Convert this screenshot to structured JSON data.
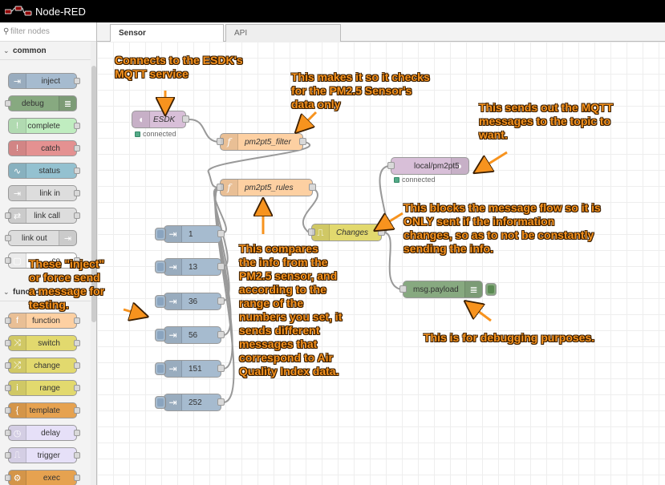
{
  "header": {
    "title": "Node-RED"
  },
  "palette": {
    "filter_placeholder": "filter nodes",
    "category_common": "common",
    "category_function": "function",
    "common_nodes": [
      {
        "label": "inject",
        "color": "#a6bbcf"
      },
      {
        "label": "debug",
        "color": "#87a980"
      },
      {
        "label": "complete",
        "color": "#c0edc0"
      },
      {
        "label": "catch",
        "color": "#e49191"
      },
      {
        "label": "status",
        "color": "#94c1d0"
      },
      {
        "label": "link in",
        "color": "#dddddd"
      },
      {
        "label": "link call",
        "color": "#dddddd"
      },
      {
        "label": "link out",
        "color": "#dddddd"
      },
      {
        "label": "co",
        "color": "#ffffff"
      }
    ],
    "function_nodes": [
      {
        "label": "function",
        "color": "#fdd0a2"
      },
      {
        "label": "switch",
        "color": "#e2d96e"
      },
      {
        "label": "change",
        "color": "#e2d96e"
      },
      {
        "label": "range",
        "color": "#e2d96e"
      },
      {
        "label": "template",
        "color": "#e6a250"
      },
      {
        "label": "delay",
        "color": "#e6e0f8"
      },
      {
        "label": "trigger",
        "color": "#e6e0f8"
      },
      {
        "label": "exec",
        "color": "#e6a250"
      }
    ]
  },
  "tabs": [
    {
      "label": "Sensor"
    },
    {
      "label": "API"
    }
  ],
  "flow": {
    "esdk": {
      "label": "ESDK",
      "status": "connected"
    },
    "filter": {
      "label": "pm2pt5_filter"
    },
    "rules": {
      "label": "pm2pt5_rules"
    },
    "changes": {
      "label": "Changes"
    },
    "mqtt_out": {
      "label": "local/pm2pt5",
      "status": "connected"
    },
    "debug": {
      "label": "msg.payload"
    },
    "injects": [
      "1",
      "13",
      "36",
      "56",
      "151",
      "252"
    ]
  },
  "annotations": {
    "esdk": "Connects to the ESDK's\nMQTT service",
    "filter": "This makes it so it checks\nfor the PM2.5 Sensor's\ndata only",
    "mqtt": "This sends out the MQTT\nmessages to the topic to\nwant.",
    "changes": "This blocks the message flow so it is\nONLY sent if the information\nchanges, so as to not be constantly\nsending the info.",
    "inject": "These \"inject\"\nor force send\na message for\ntesting.",
    "rules": "This compares\nthe info from the\nPM2.5 sensor, and\naccording to the\nrange of the\nnumbers you set, it\nsends different\nmessages that\ncorrespond to Air\nQuality Index data.",
    "debug": "This is for debugging purposes."
  }
}
